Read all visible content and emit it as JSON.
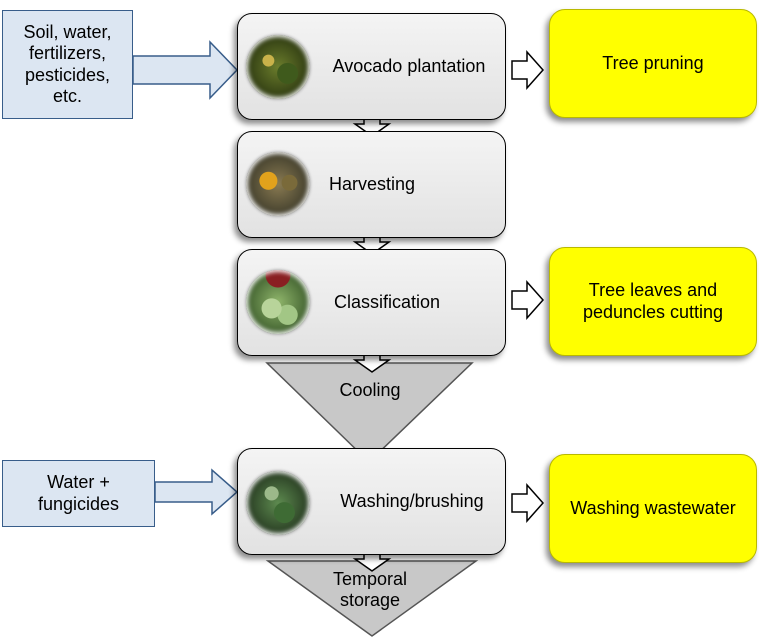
{
  "inputs": {
    "top": "Soil, water,\nfertilizers,\npesticides,\netc.",
    "bottom": "Water +\nfungicides"
  },
  "steps": {
    "plantation": "Avocado plantation",
    "harvesting": "Harvesting",
    "classification": "Classification",
    "cooling": "Cooling",
    "washing": "Washing/brushing",
    "storage": "Temporal\nstorage"
  },
  "outputs": {
    "pruning": "Tree pruning",
    "leaves": "Tree leaves and\npeduncles cutting",
    "wastewater": "Washing wastewater"
  },
  "colors": {
    "input_fill": "#dce6f2",
    "input_border": "#385d8a",
    "output_fill": "#ffff00",
    "step_fill": "#eaeaea",
    "triangle_fill": "#c8c8c8"
  },
  "icons": {
    "plantation_photo": "avocado-tree-photo-icon",
    "harvesting_photo": "harvested-avocado-photo-icon",
    "classification_photo": "sorted-avocados-photo-icon",
    "washing_photo": "washing-avocados-photo-icon"
  }
}
